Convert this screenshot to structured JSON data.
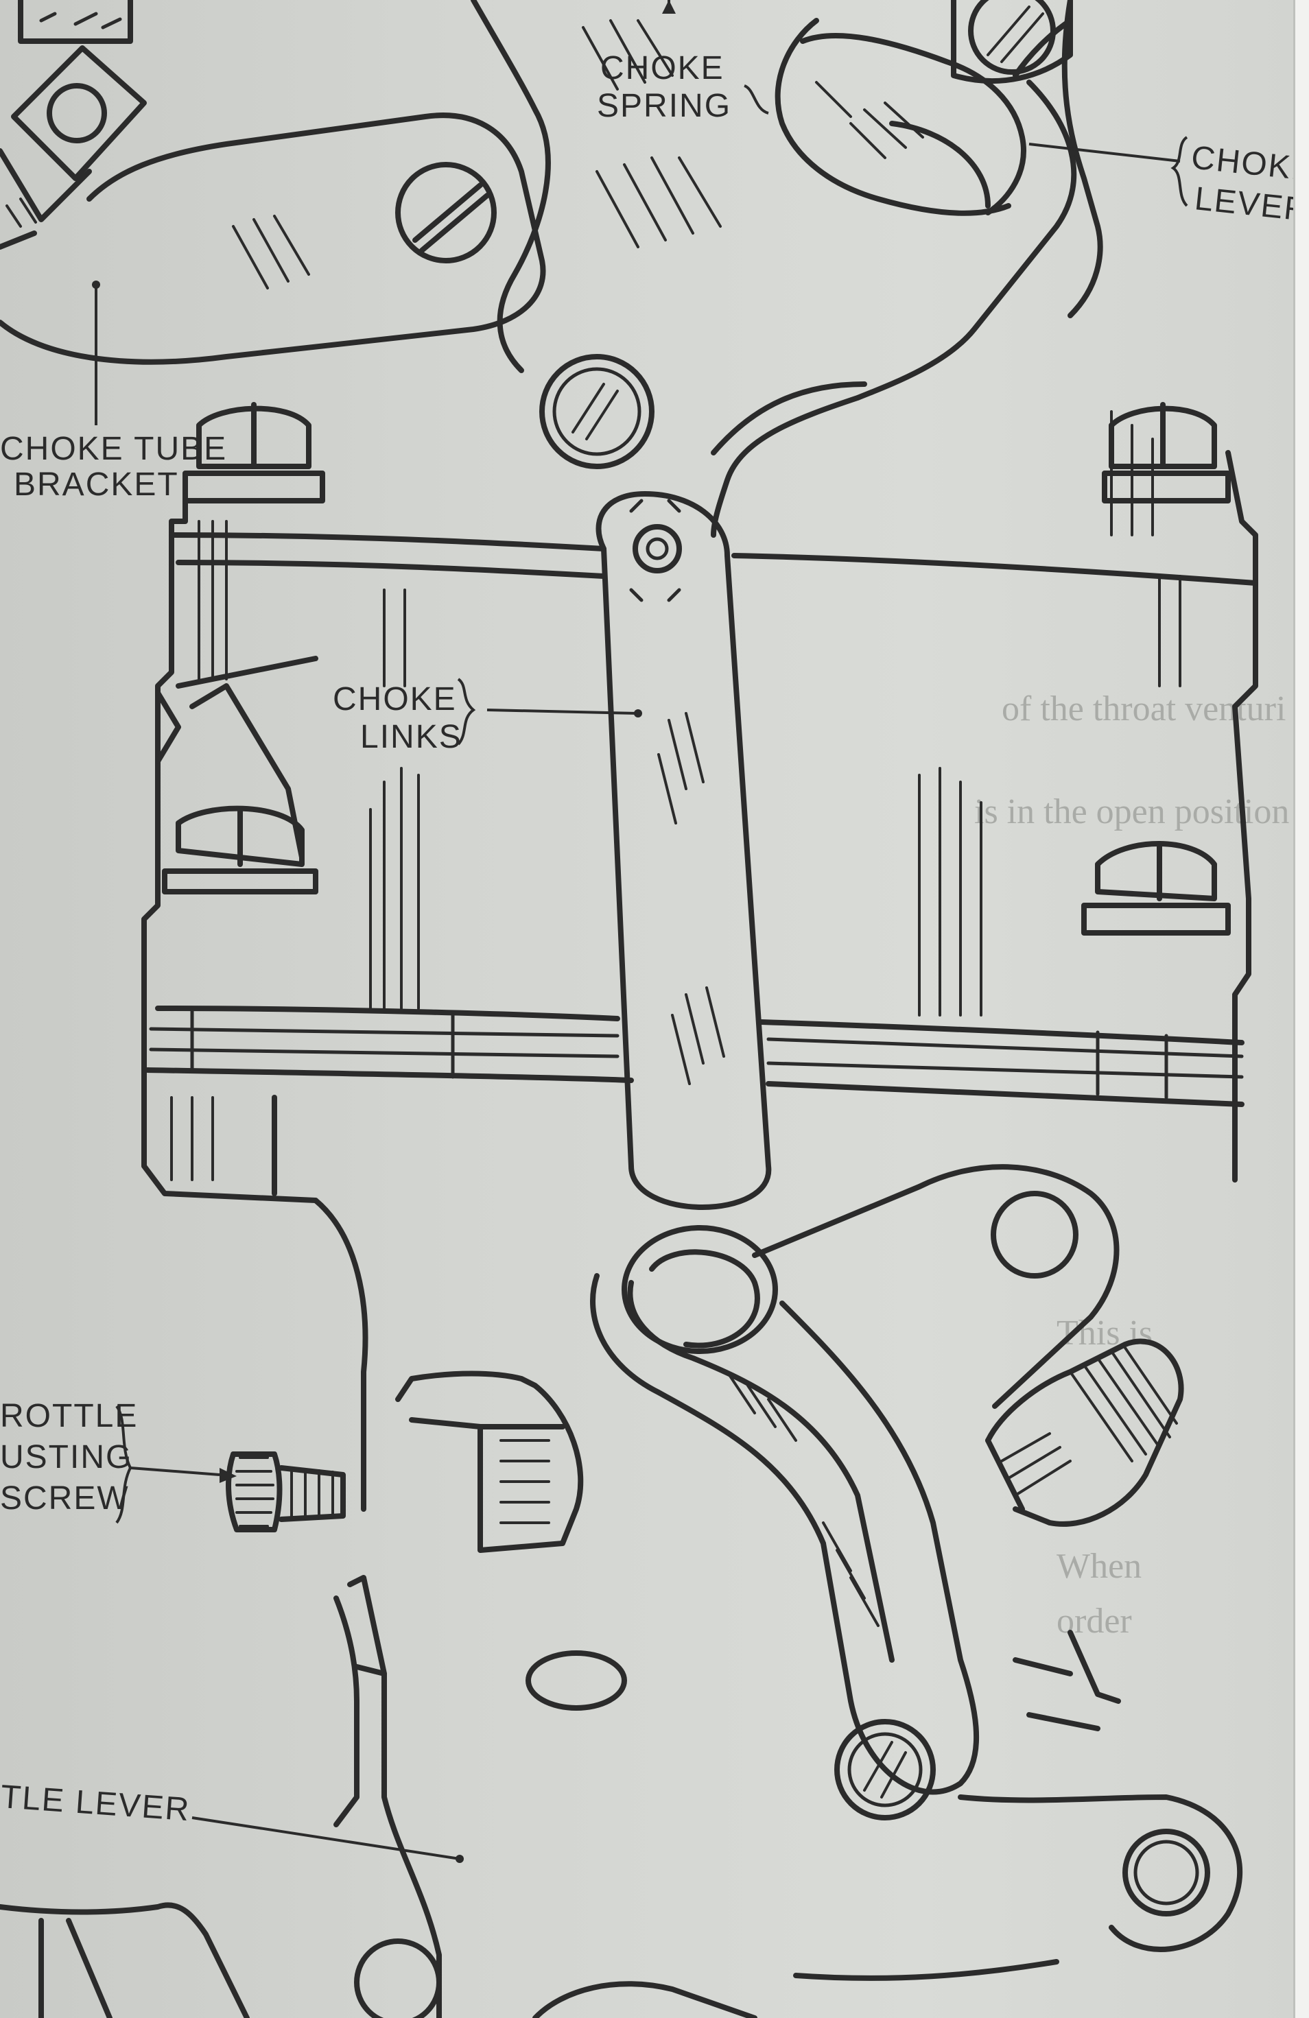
{
  "labels": {
    "choke_spring": [
      "CHOKE",
      "SPRING"
    ],
    "choke_lever": [
      "CHOKE",
      "LEVER"
    ],
    "choke_tube_bracket": [
      "CHOKE TUBE",
      "BRACKET"
    ],
    "choke_links": [
      "CHOKE",
      "LINKS"
    ],
    "throttle_adjusting_screw": [
      "ROTTLE",
      "USTING",
      "SCREW"
    ],
    "throttle_lever": "TLE LEVER"
  },
  "bleed_through_text": {
    "line_1": "of the throat venturi",
    "line_2": "is in the open position",
    "line_3": "This is",
    "line_4": "When",
    "line_5": "order"
  },
  "colors": {
    "paper": "#d3d5d1",
    "ink": "#2b2b2b",
    "bleed_through": "#a9aba7"
  }
}
